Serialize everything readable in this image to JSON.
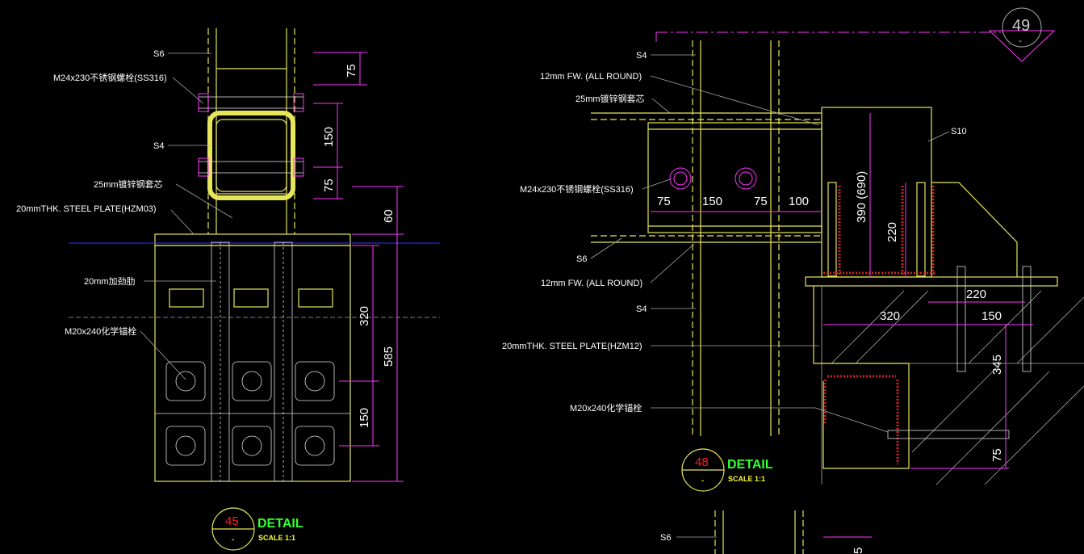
{
  "sheet_number": "49",
  "sheet_sub": "-",
  "details": [
    {
      "number": "45",
      "title": "DETAIL",
      "sub": "-",
      "scale": "SCALE 1:1"
    },
    {
      "number": "48",
      "title": "DETAIL",
      "sub": "-",
      "scale": "SCALE 1:1"
    }
  ],
  "left_labels": {
    "s6": "S6",
    "bolt": "M24x230不锈钢螺栓(SS316)",
    "s4": "S4",
    "core": "25mm镀锌钢套芯",
    "plate": "20mmTHK. STEEL PLATE(HZM03)",
    "stiffener": "20mm加劲肋",
    "anchor": "M20x240化学锚栓"
  },
  "left_dims": {
    "d75a": "75",
    "d150": "150",
    "d75b": "75",
    "d60": "60",
    "d320": "320",
    "d585": "585",
    "d150b": "150"
  },
  "right_labels": {
    "s4a": "S4",
    "fw1": "12mm FW. (ALL ROUND)",
    "core": "25mm镀锌钢套芯",
    "bolt": "M24x230不锈钢螺栓(SS316)",
    "s6": "S6",
    "fw2": "12mm FW. (ALL ROUND)",
    "s4b": "S4",
    "plate": "20mmTHK. STEEL PLATE(HZM12)",
    "anchor": "M20x240化学锚栓",
    "s10": "S10",
    "s6b": "S6"
  },
  "right_dims": {
    "d75": "75",
    "d150": "150",
    "d75b": "75",
    "d100": "100",
    "d390": "390 (690)",
    "d220v": "220",
    "d220h": "220",
    "d320": "320",
    "d150b": "150",
    "d345": "345",
    "d75c": "75",
    "d5": "5"
  }
}
